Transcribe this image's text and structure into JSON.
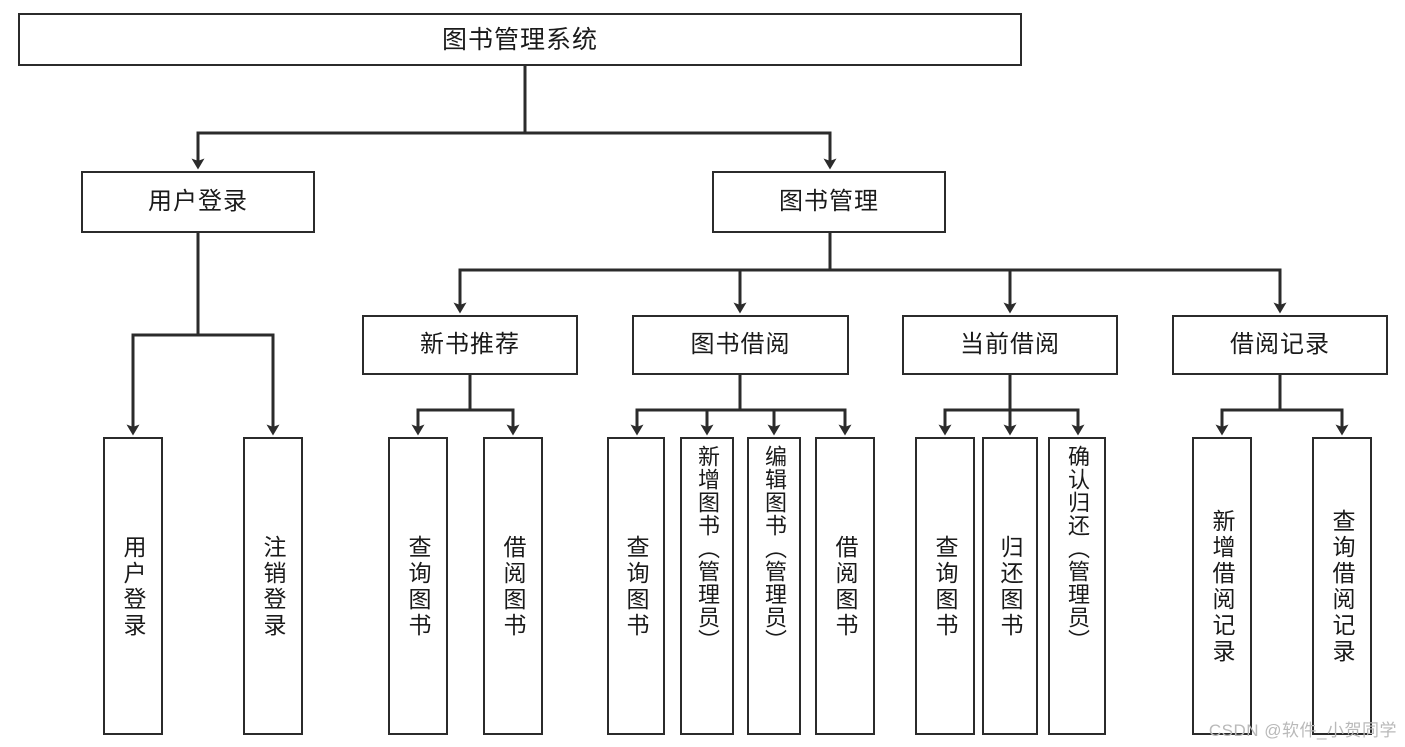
{
  "diagram": {
    "title": "图书管理系统",
    "type": "tree",
    "watermark": "CSDN @软件_小贺同学",
    "colors": {
      "stroke": "#2b2b2b",
      "background": "#ffffff",
      "text": "#1a1a1a",
      "watermark": "#b9b9b9"
    },
    "nodes": {
      "root": {
        "label": "图书管理系统"
      },
      "level2": [
        {
          "id": "user-login",
          "label": "用户登录"
        },
        {
          "id": "book-manage",
          "label": "图书管理"
        }
      ],
      "level3": [
        {
          "id": "new-book-recommend",
          "label": "新书推荐"
        },
        {
          "id": "book-borrow",
          "label": "图书借阅"
        },
        {
          "id": "current-borrow",
          "label": "当前借阅"
        },
        {
          "id": "borrow-record",
          "label": "借阅记录"
        }
      ],
      "leaves": {
        "user_login": [
          {
            "id": "leaf-user-login",
            "label": "用户登录"
          },
          {
            "id": "leaf-logout-login",
            "label": "注销登录"
          }
        ],
        "new_book_recommend": [
          {
            "id": "leaf-query-book-1",
            "label": "查询图书"
          },
          {
            "id": "leaf-borrow-book-1",
            "label": "借阅图书"
          }
        ],
        "book_borrow": [
          {
            "id": "leaf-query-book-2",
            "label": "查询图书"
          },
          {
            "id": "leaf-add-book",
            "label": "新增图书（管理员）"
          },
          {
            "id": "leaf-edit-book",
            "label": "编辑图书（管理员）"
          },
          {
            "id": "leaf-borrow-book-2",
            "label": "借阅图书"
          }
        ],
        "current_borrow": [
          {
            "id": "leaf-query-book-3",
            "label": "查询图书"
          },
          {
            "id": "leaf-return-book",
            "label": "归还图书"
          },
          {
            "id": "leaf-confirm-return",
            "label": "确认归还（管理员）"
          }
        ],
        "borrow_record": [
          {
            "id": "leaf-add-record",
            "label": "新增借阅记录"
          },
          {
            "id": "leaf-query-record",
            "label": "查询借阅记录"
          }
        ]
      }
    }
  }
}
